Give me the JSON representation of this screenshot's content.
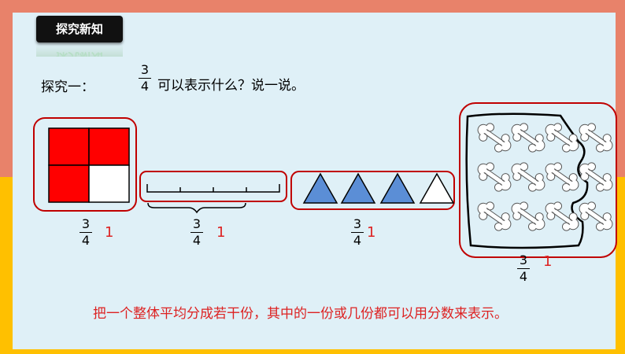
{
  "header": {
    "title": "探究新知"
  },
  "question": {
    "prefix": "探究一：",
    "numerator": "3",
    "denominator": "4",
    "suffix": "可以表示什么？说一说。"
  },
  "examples": [
    {
      "name": "square",
      "numerator": "3",
      "denominator": "4",
      "unit": "1"
    },
    {
      "name": "segment",
      "numerator": "3",
      "denominator": "4",
      "unit": "1"
    },
    {
      "name": "triangles",
      "numerator": "3",
      "denominator": "4",
      "unit": "1"
    },
    {
      "name": "bones",
      "numerator": "3",
      "denominator": "4",
      "unit": "1"
    }
  ],
  "conclusion": "把一个整体平均分成若干份，其中的一份或几份都可以用分数来表示。",
  "colors": {
    "accent_red": "#ff0000",
    "triangle_fill": "#5b8ed6",
    "outline_red": "#c00000",
    "frame_top": "#e8826a",
    "frame_bottom": "#ffc000"
  }
}
